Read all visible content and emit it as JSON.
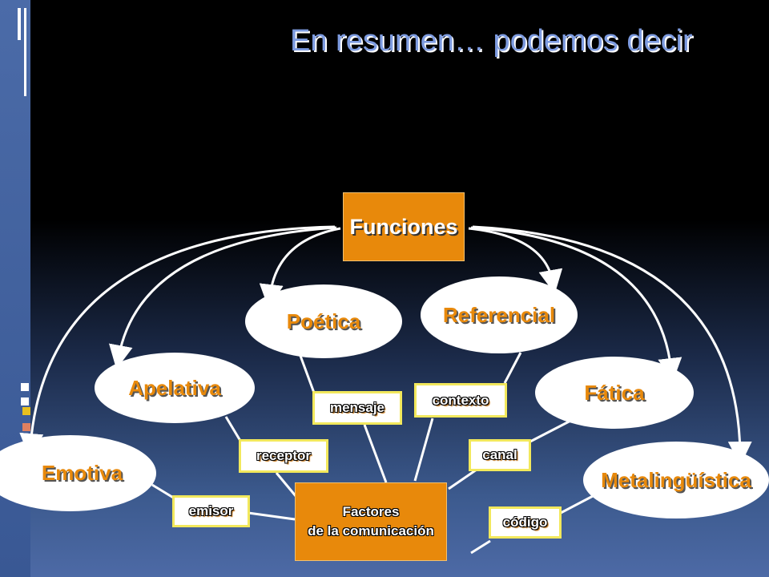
{
  "slide": {
    "title": "En resumen… podemos decir"
  },
  "diagram": {
    "root": "Funciones",
    "functions": {
      "poetica": "Poética",
      "referencial": "Referencial",
      "apelativa": "Apelativa",
      "fatica": "Fática",
      "emotiva": "Emotiva",
      "metalinguistica": "Metalingüística"
    },
    "factors": {
      "mensaje": "mensaje",
      "contexto": "contexto",
      "receptor": "receptor",
      "canal": "canal",
      "emisor": "emisor",
      "codigo": "código"
    },
    "factores_box": {
      "line1": "Factores",
      "line2": "de la comunicación"
    }
  },
  "colors": {
    "accent": "#e8890b",
    "title": "#7d9be0",
    "factor_border": "#f2e85c"
  }
}
